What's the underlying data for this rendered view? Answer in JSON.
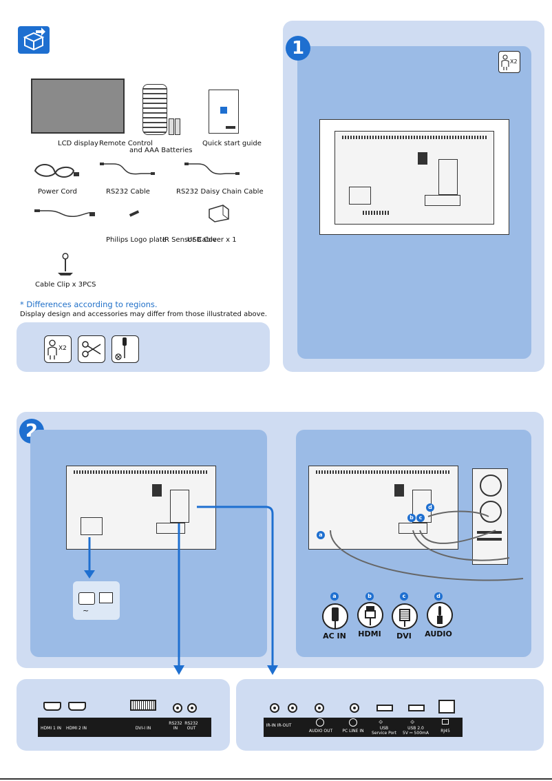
{
  "contents": {
    "items": [
      {
        "label": "LCD display"
      },
      {
        "label": "Remote Control"
      },
      {
        "label": "and AAA Batteries"
      },
      {
        "label": "Quick start guide"
      },
      {
        "label": "Power Cord"
      },
      {
        "label": "RS232 Cable"
      },
      {
        "label": "RS232 Daisy Chain Cable"
      },
      {
        "label": "Philips Logo plate"
      },
      {
        "label": "IR Sensor Cable"
      },
      {
        "label": "USB Cover x 1"
      },
      {
        "label": "Cable Clip x 3PCS"
      }
    ],
    "note_title": "* Differences according to regions.",
    "note_body": "Display design and accessories may differ from those illustrated above.",
    "tools": [
      "person-x2-icon",
      "scissors-icon",
      "screwdriver-icon"
    ],
    "person_count": "X2"
  },
  "step1": {
    "number": "1",
    "person_count": "X2"
  },
  "step2": {
    "number": "2",
    "connectors": [
      {
        "letter": "a",
        "label": "AC IN"
      },
      {
        "letter": "b",
        "label": "HDMI"
      },
      {
        "letter": "c",
        "label": "DVI"
      },
      {
        "letter": "d",
        "label": "AUDIO"
      }
    ]
  },
  "ports_left": [
    {
      "label": "HDMI 1 IN"
    },
    {
      "label": "HDMI 2 IN"
    },
    {
      "label": "DVI-I IN"
    },
    {
      "label": "RS232\nIN"
    },
    {
      "label": "RS232\nOUT"
    }
  ],
  "ports_right": [
    {
      "label": "IR-IN IR-OUT"
    },
    {
      "label": "AUDIO OUT"
    },
    {
      "label": "PC LINE IN"
    },
    {
      "label": "USB\nService Port"
    },
    {
      "label": "USB 2.0\n5V ⎓ 500mA"
    },
    {
      "label": "RJ45"
    }
  ],
  "colors": {
    "panel_light": "#cfdcf2",
    "panel_mid": "#9bbbe6",
    "accent": "#1e6fd0",
    "note": "#1f6fc8"
  }
}
